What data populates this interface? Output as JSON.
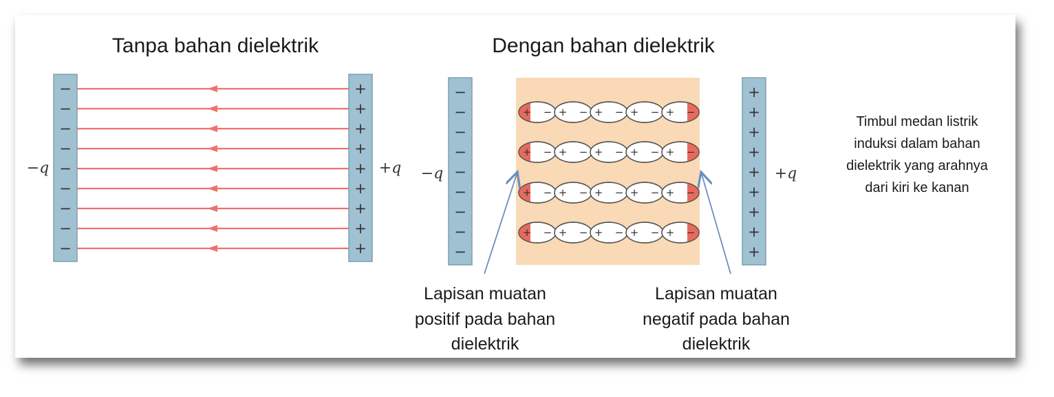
{
  "left_panel": {
    "title": "Tanpa bahan dielektrik",
    "neg_label": "−q",
    "pos_label": "+q",
    "neg_sign": "−",
    "pos_sign": "+"
  },
  "right_panel": {
    "title": "Dengan bahan dielektrik",
    "neg_label": "−q",
    "pos_label": "+q",
    "neg_sign": "−",
    "pos_sign": "+"
  },
  "molecule": {
    "plus": "+",
    "minus": "−"
  },
  "caption_left": [
    "Lapisan muatan",
    "positif pada bahan",
    "dielektrik"
  ],
  "caption_right": [
    "Lapisan muatan",
    "negatif pada bahan",
    "dielektrik"
  ],
  "note": [
    "Timbul medan listrik",
    "induksi dalam bahan",
    "dielektrik yang arahnya",
    "dari kiri ke kanan"
  ],
  "colors": {
    "plate": "#9fc1d2",
    "plate_stroke": "#7e9fb0",
    "field_line": "#f07070",
    "dielectric": "#f9d9b6",
    "dipole_end": "#e86a5e",
    "pointer": "#6a8fbf"
  }
}
